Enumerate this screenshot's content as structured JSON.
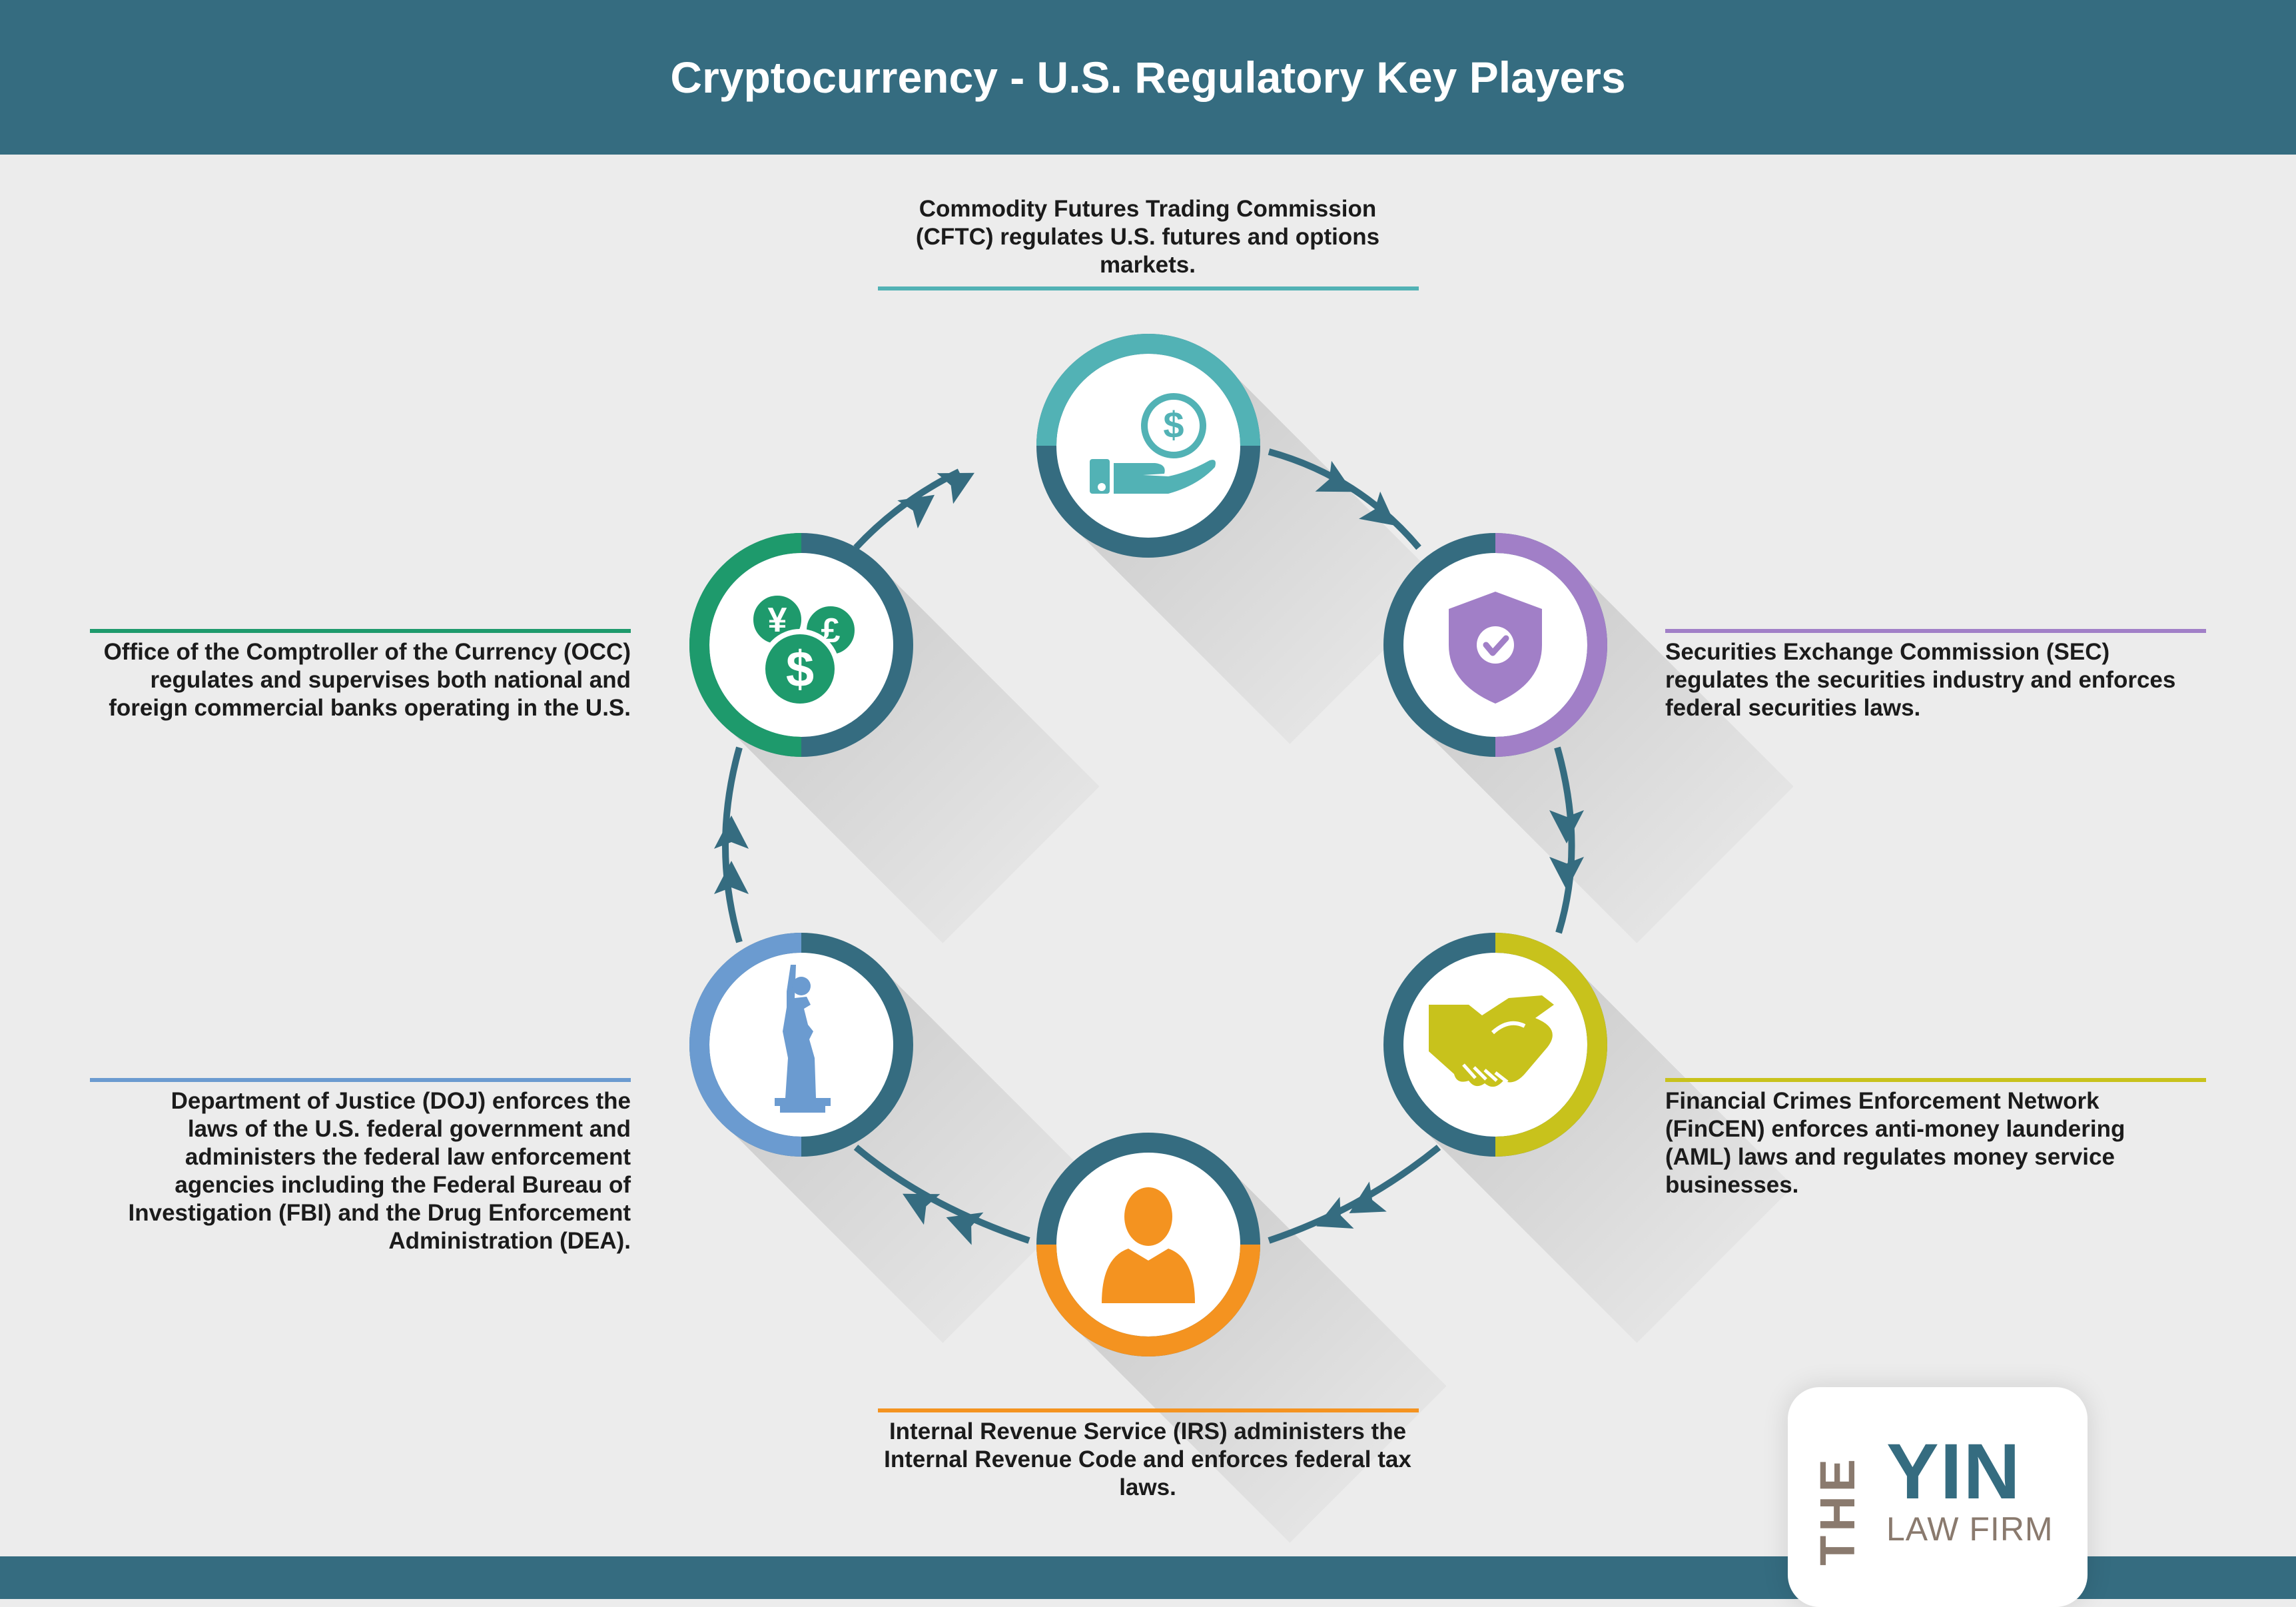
{
  "header": {
    "title": "Cryptocurrency - U.S. Regulatory Key Players"
  },
  "colors": {
    "navy": "#356c80",
    "cftc": "#52b2b5",
    "sec": "#a17fc7",
    "fincen": "#c8c21c",
    "irs": "#f49320",
    "doj": "#6b9bd0",
    "occ": "#1e9a6c"
  },
  "nodes": [
    {
      "id": "cftc",
      "icon": "hand-dollar-coin-icon",
      "accent": "#52b2b5",
      "text": "Commodity Futures Trading Commission (CFTC) regulates U.S. futures and options markets."
    },
    {
      "id": "sec",
      "icon": "shield-check-icon",
      "accent": "#a17fc7",
      "text": "Securities Exchange Commission (SEC) regulates the securities industry and enforces federal securities laws."
    },
    {
      "id": "fincen",
      "icon": "handshake-icon",
      "accent": "#c8c21c",
      "text": "Financial Crimes Enforcement Network (FinCEN) enforces anti-money laundering (AML) laws and regulates money service businesses."
    },
    {
      "id": "irs",
      "icon": "person-icon",
      "accent": "#f49320",
      "text": "Internal Revenue Service (IRS) administers the Internal Revenue Code and enforces federal tax laws."
    },
    {
      "id": "doj",
      "icon": "statue-of-liberty-icon",
      "accent": "#6b9bd0",
      "text": "Department of Justice (DOJ) enforces the laws of the U.S. federal government and administers the federal law enforcement agencies including the Federal Bureau of Investigation (FBI) and the Drug Enforcement Administration (DEA)."
    },
    {
      "id": "occ",
      "icon": "currency-coins-icon",
      "accent": "#1e9a6c",
      "text": "Office of the Comptroller of the Currency (OCC) regulates and supervises both national and foreign commercial banks operating in the U.S."
    }
  ],
  "currency_symbols": {
    "yen": "¥",
    "pound": "£",
    "dollar": "$"
  },
  "logo": {
    "the": "THE",
    "name": "YIN",
    "sub": "LAW FIRM"
  }
}
